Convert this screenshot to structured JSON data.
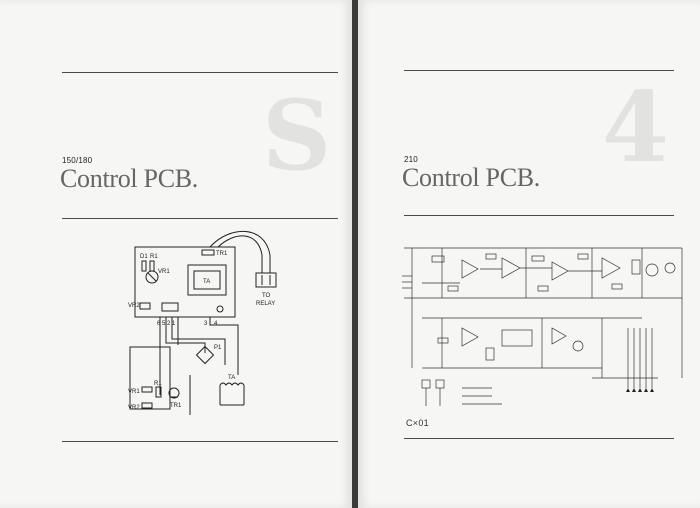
{
  "left_page": {
    "model": "150/180",
    "title": "Control PCB.",
    "watermark": "S",
    "diagram_labels": {
      "d1": "D1",
      "r1": "R1",
      "vr1": "VR1",
      "tr1": "TR1",
      "ta": "TA",
      "vr2": "VR2",
      "to": "TO",
      "relay": "RELAY",
      "pins": "6 5 2 1",
      "pin3": "3",
      "pin4": "4",
      "p1": "P1",
      "vr1_lower": "VR1",
      "vr2_lower": "VR2",
      "r1_lower": "R1",
      "tr1_lower": "TR1",
      "ta_lower": "TA"
    }
  },
  "right_page": {
    "model": "210",
    "title": "Control PCB.",
    "watermark": "4",
    "figure_label": "C×01"
  }
}
